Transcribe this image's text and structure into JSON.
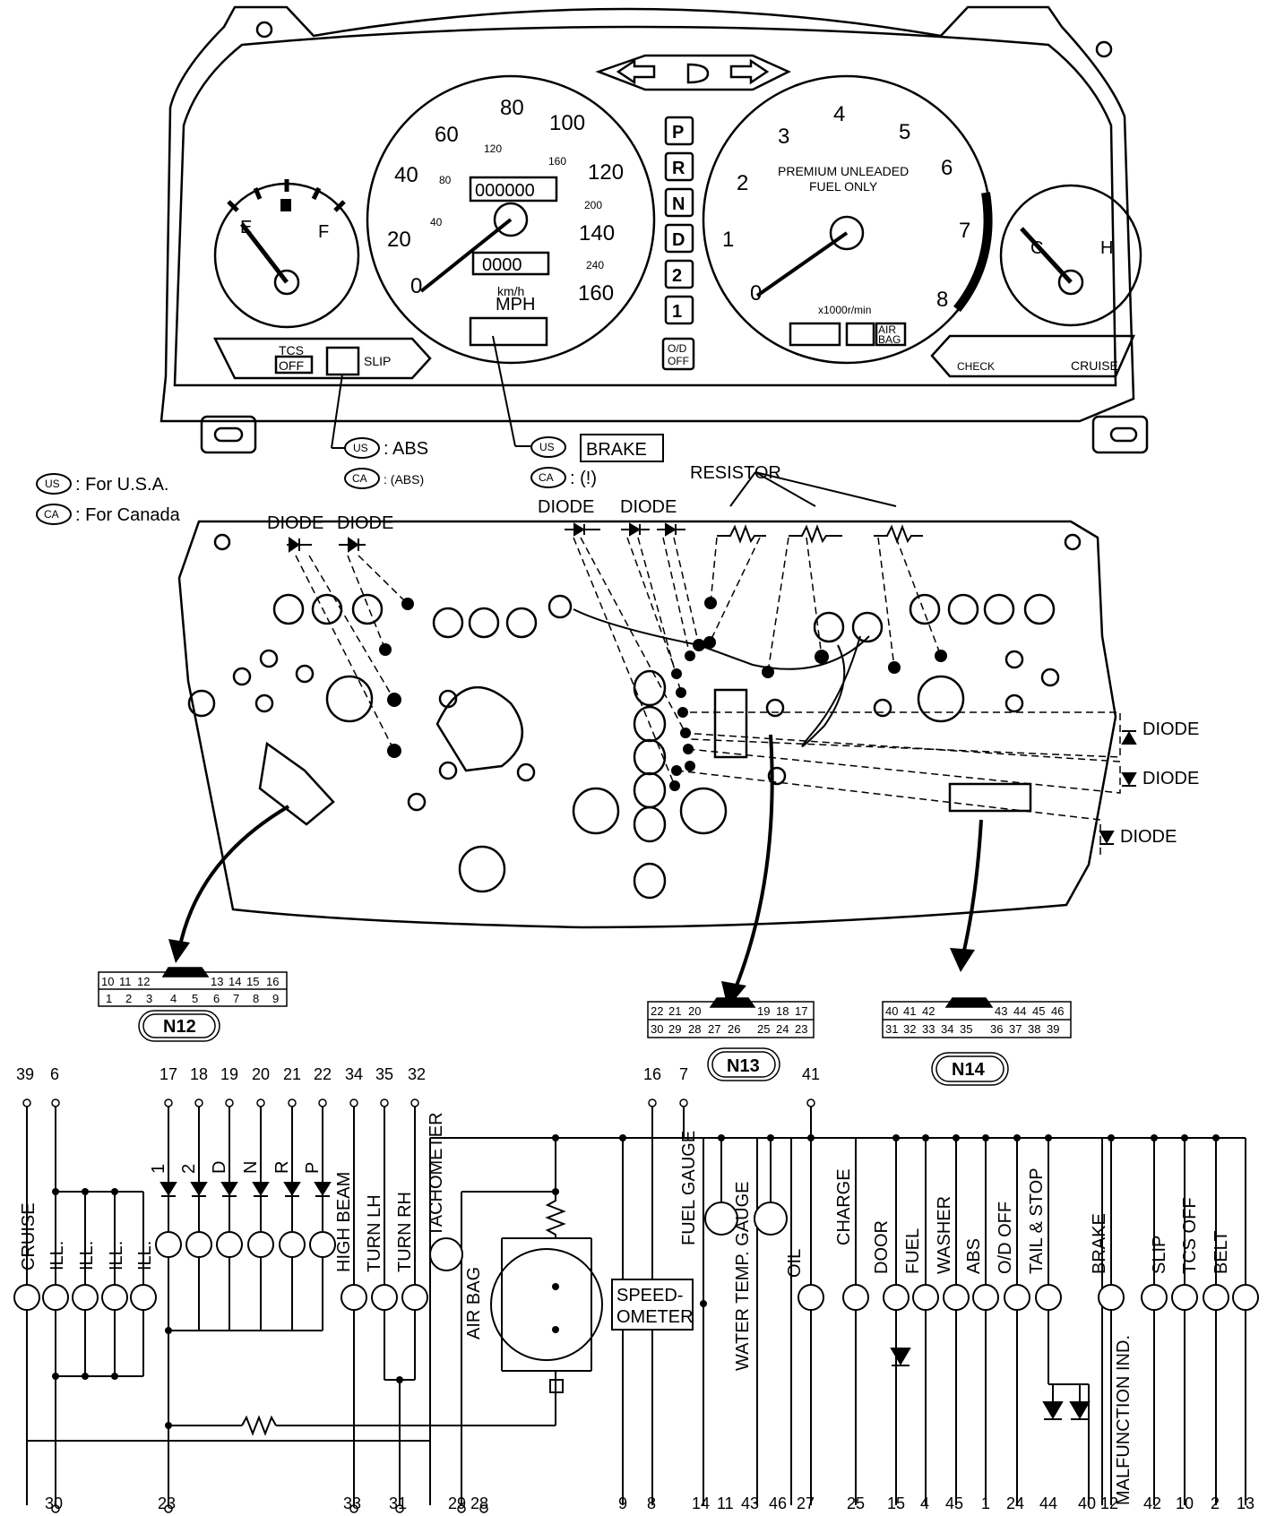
{
  "cluster": {
    "speedometer": {
      "mph_ticks": [
        "0",
        "20",
        "40",
        "60",
        "80",
        "100",
        "120",
        "140",
        "160"
      ],
      "kmh_ticks": [
        "40",
        "80",
        "120",
        "160",
        "200",
        "240"
      ],
      "odometer": "000000",
      "trip": "0000",
      "units_kmh": "km/h",
      "units_mph": "MPH"
    },
    "tachometer": {
      "ticks": [
        "0",
        "1",
        "2",
        "3",
        "4",
        "5",
        "6",
        "7",
        "8"
      ],
      "fuel_note_line1": "PREMIUM UNLEADED",
      "fuel_note_line2": "FUEL ONLY",
      "units": "x1000r/min",
      "airbag_label_1": "AIR",
      "airbag_label_2": "BAG"
    },
    "fuel_gauge": {
      "empty": "E",
      "full": "F"
    },
    "temp_gauge": {
      "cold": "C",
      "hot": "H"
    },
    "shift_positions": [
      "P",
      "R",
      "N",
      "D",
      "2",
      "1"
    ],
    "od_off_1": "O/D",
    "od_off_2": "OFF",
    "tcs_label": "TCS",
    "tcs_off": "OFF",
    "slip_label": "SLIP",
    "check_label": "CHECK",
    "cruise_label": "CRUISE"
  },
  "callouts": {
    "us_abs_code": "US",
    "us_abs_text": ": ABS",
    "ca_abs_code": "CA",
    "ca_abs_text": ": (ABS)",
    "us_brake_code": "US",
    "us_brake_text": "BRAKE",
    "ca_brake_code": "CA",
    "ca_brake_text": ": (!)",
    "legend_us": ": For U.S.A.",
    "legend_ca": ": For Canada"
  },
  "board_labels": {
    "diode": "DIODE",
    "resistor": "RESISTOR"
  },
  "connectors": [
    {
      "id": "N12",
      "top": [
        "10",
        "11",
        "12",
        "13",
        "14",
        "15",
        "16"
      ],
      "bottom": [
        "1",
        "2",
        "3",
        "4",
        "5",
        "6",
        "7",
        "8",
        "9"
      ]
    },
    {
      "id": "N13",
      "top": [
        "22",
        "21",
        "20",
        "19",
        "18",
        "17"
      ],
      "bottom": [
        "30",
        "29",
        "28",
        "27",
        "26",
        "25",
        "24",
        "23"
      ]
    },
    {
      "id": "N14",
      "top": [
        "40",
        "41",
        "42",
        "43",
        "44",
        "45",
        "46"
      ],
      "bottom": [
        "31",
        "32",
        "33",
        "34",
        "35",
        "36",
        "37",
        "38",
        "39"
      ]
    }
  ],
  "schematic": {
    "top_pins": [
      "39",
      "6",
      "17",
      "18",
      "19",
      "20",
      "21",
      "22",
      "34",
      "35",
      "32",
      "16",
      "7",
      "41"
    ],
    "bottom_pins": [
      "30",
      "23",
      "33",
      "31",
      "29",
      "28",
      "9",
      "8",
      "14",
      "11",
      "43",
      "46",
      "27",
      "25",
      "15",
      "4",
      "45",
      "1",
      "24",
      "44",
      "40",
      "12",
      "42",
      "10",
      "2",
      "13"
    ],
    "diode_labels": [
      "1",
      "2",
      "D",
      "N",
      "R",
      "P"
    ],
    "lamp_labels": [
      "CRUISE",
      "ILL.",
      "ILL.",
      "ILL.",
      "ILL.",
      "HIGH BEAM",
      "TURN LH",
      "TURN RH",
      "TACHOMETER",
      "AIR BAG",
      "FUEL GAUGE",
      "WATER TEMP. GAUGE",
      "OIL",
      "CHARGE",
      "DOOR",
      "FUEL",
      "WASHER",
      "ABS",
      "O/D OFF",
      "TAIL & STOP",
      "BRAKE",
      "MALFUNCTION IND.",
      "SLIP",
      "TCS OFF",
      "BELT"
    ],
    "speedometer_1": "SPEED-",
    "speedometer_2": "OMETER"
  }
}
